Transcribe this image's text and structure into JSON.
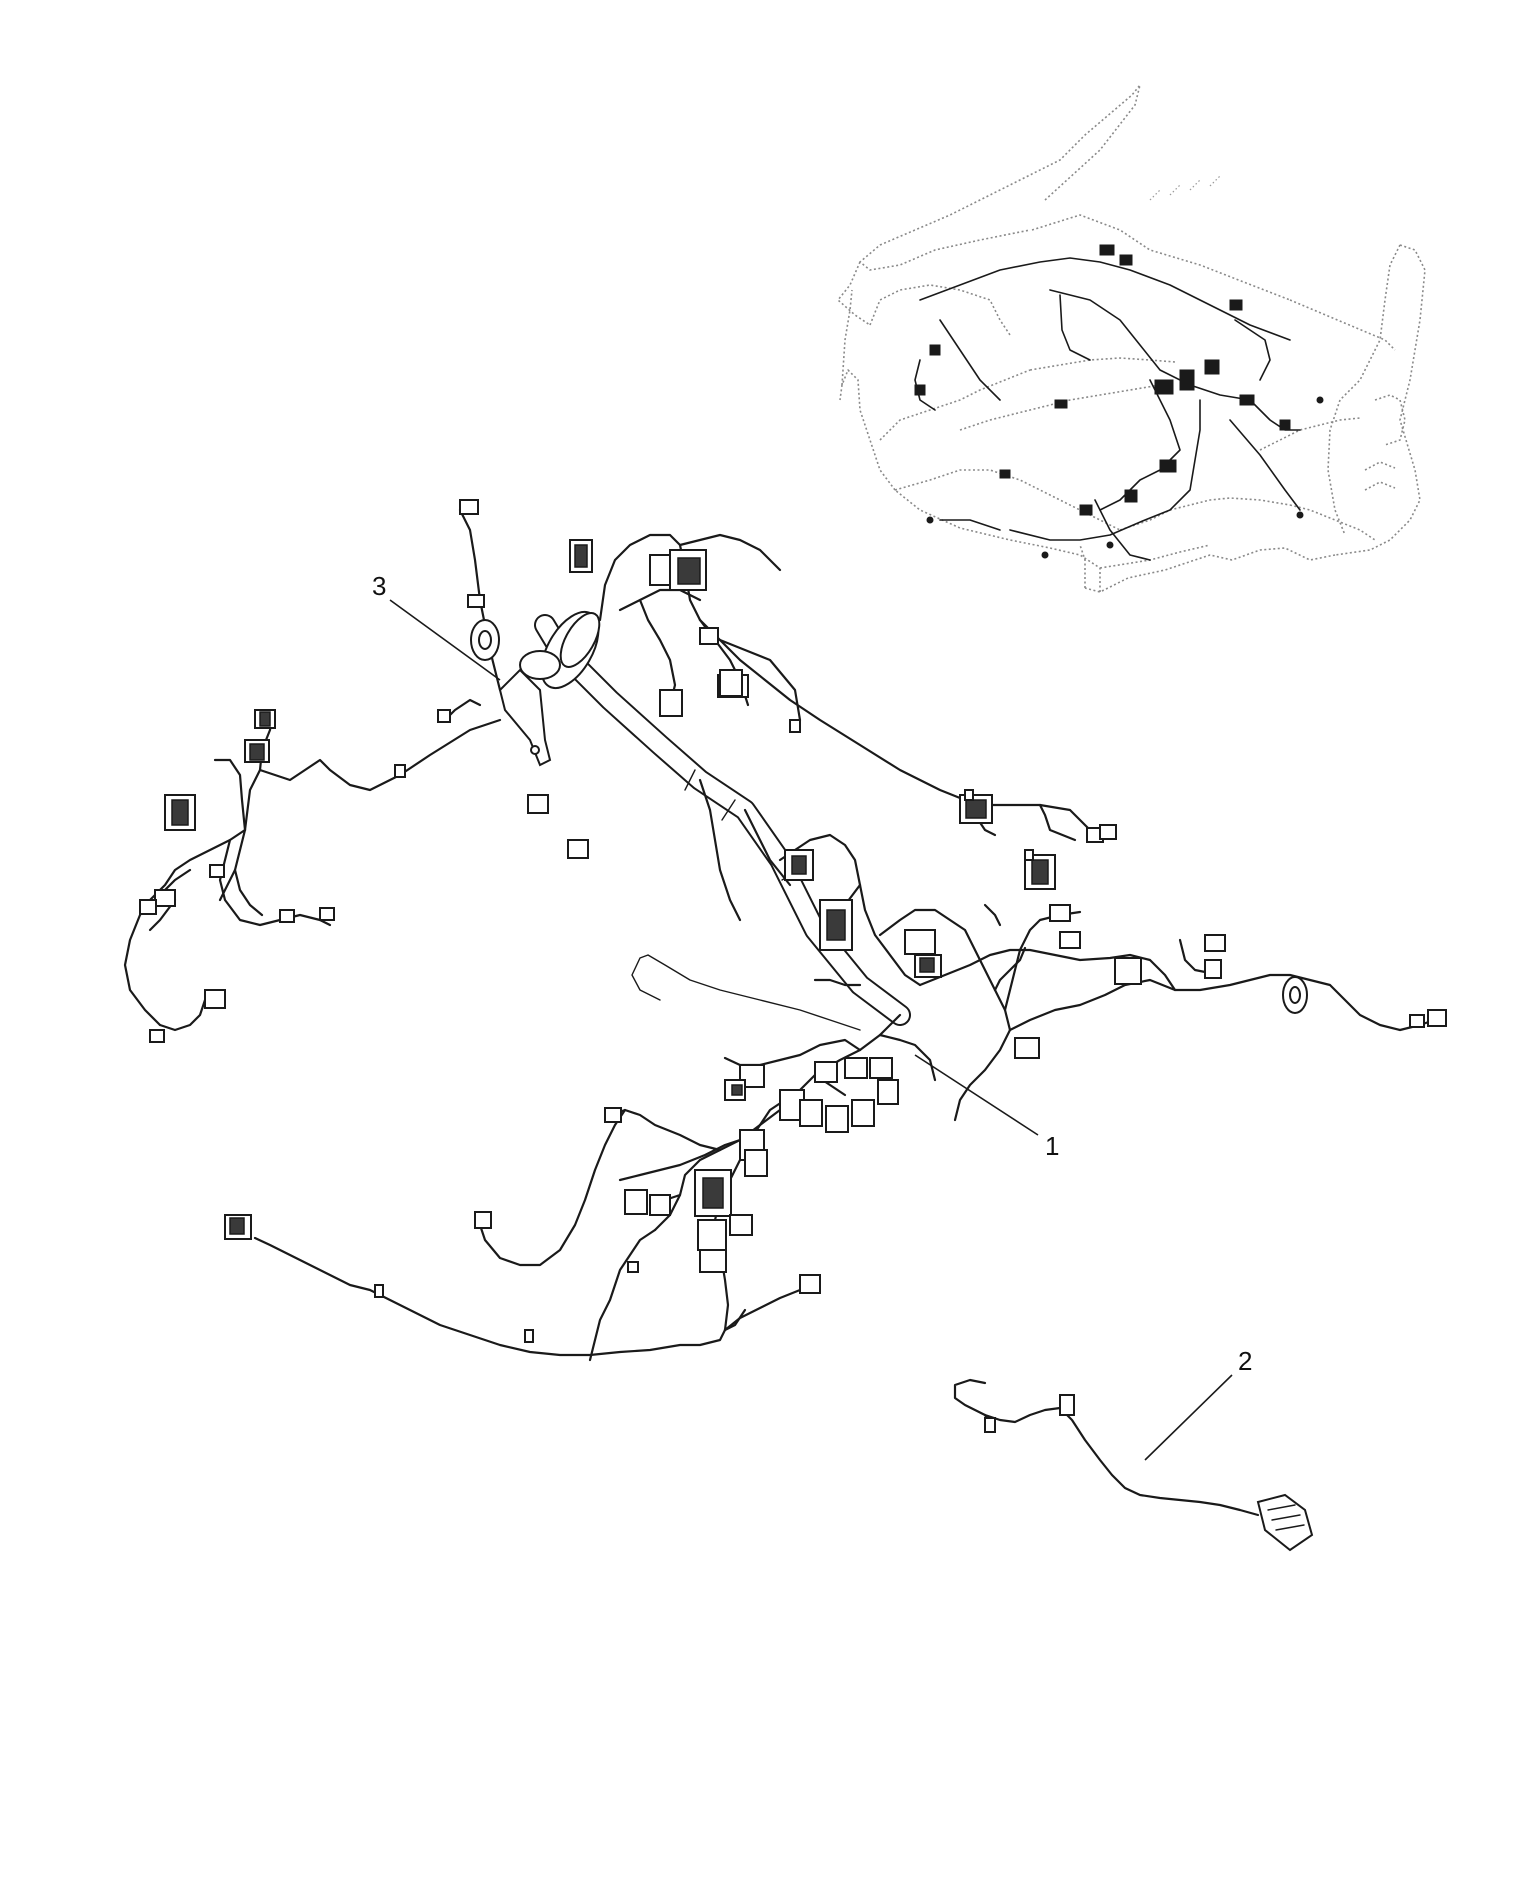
{
  "callouts": [
    {
      "id": "callout-1",
      "label": "1"
    },
    {
      "id": "callout-2",
      "label": "2"
    },
    {
      "id": "callout-3",
      "label": "3"
    }
  ],
  "parts": {
    "main_harness": "wiring-harness",
    "jumper": "jumper-harness",
    "bracket": "harness-bracket",
    "inset": "engine-compartment-location-view"
  }
}
